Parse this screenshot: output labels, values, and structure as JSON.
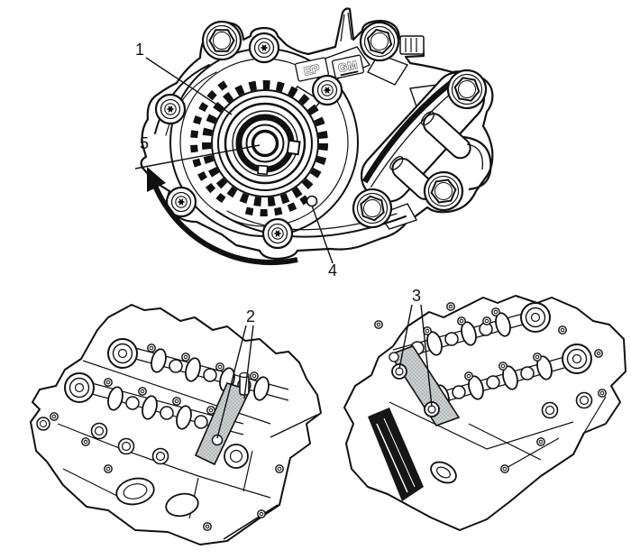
{
  "figure": {
    "type": "service-manual-line-illustration",
    "background_color": "#ffffff",
    "line_color": "#111111",
    "highlight_fill": "#cdd1d2",
    "views": [
      {
        "id": "water-pump-sprocket-front-view",
        "callouts": [
          "1",
          "4",
          "5"
        ],
        "has_rotation_arrow": true
      },
      {
        "id": "left-cylinder-head-view",
        "callouts": [
          "2"
        ]
      },
      {
        "id": "right-cylinder-head-view",
        "callouts": [
          "3"
        ]
      }
    ]
  },
  "callouts": [
    {
      "label": "1"
    },
    {
      "label": "2"
    },
    {
      "label": "3"
    },
    {
      "label": "4"
    },
    {
      "label": "5"
    }
  ],
  "cast_marks": [
    {
      "text": "EP"
    },
    {
      "text": "GM"
    }
  ]
}
